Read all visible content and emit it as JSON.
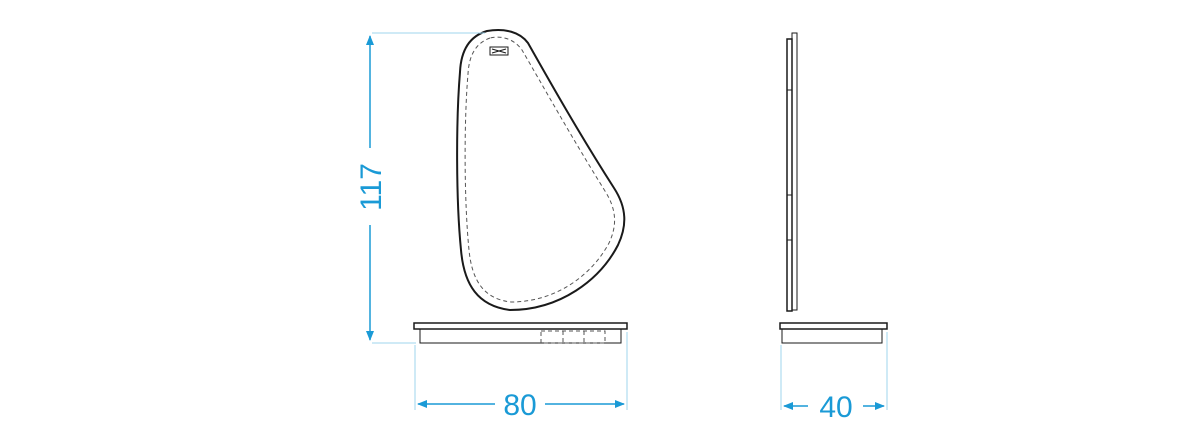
{
  "dimensions": {
    "height_label": "117",
    "width_label": "80",
    "depth_label": "40"
  },
  "colors": {
    "dimension": "#1a9ad6",
    "outline": "#1a1a1a"
  }
}
